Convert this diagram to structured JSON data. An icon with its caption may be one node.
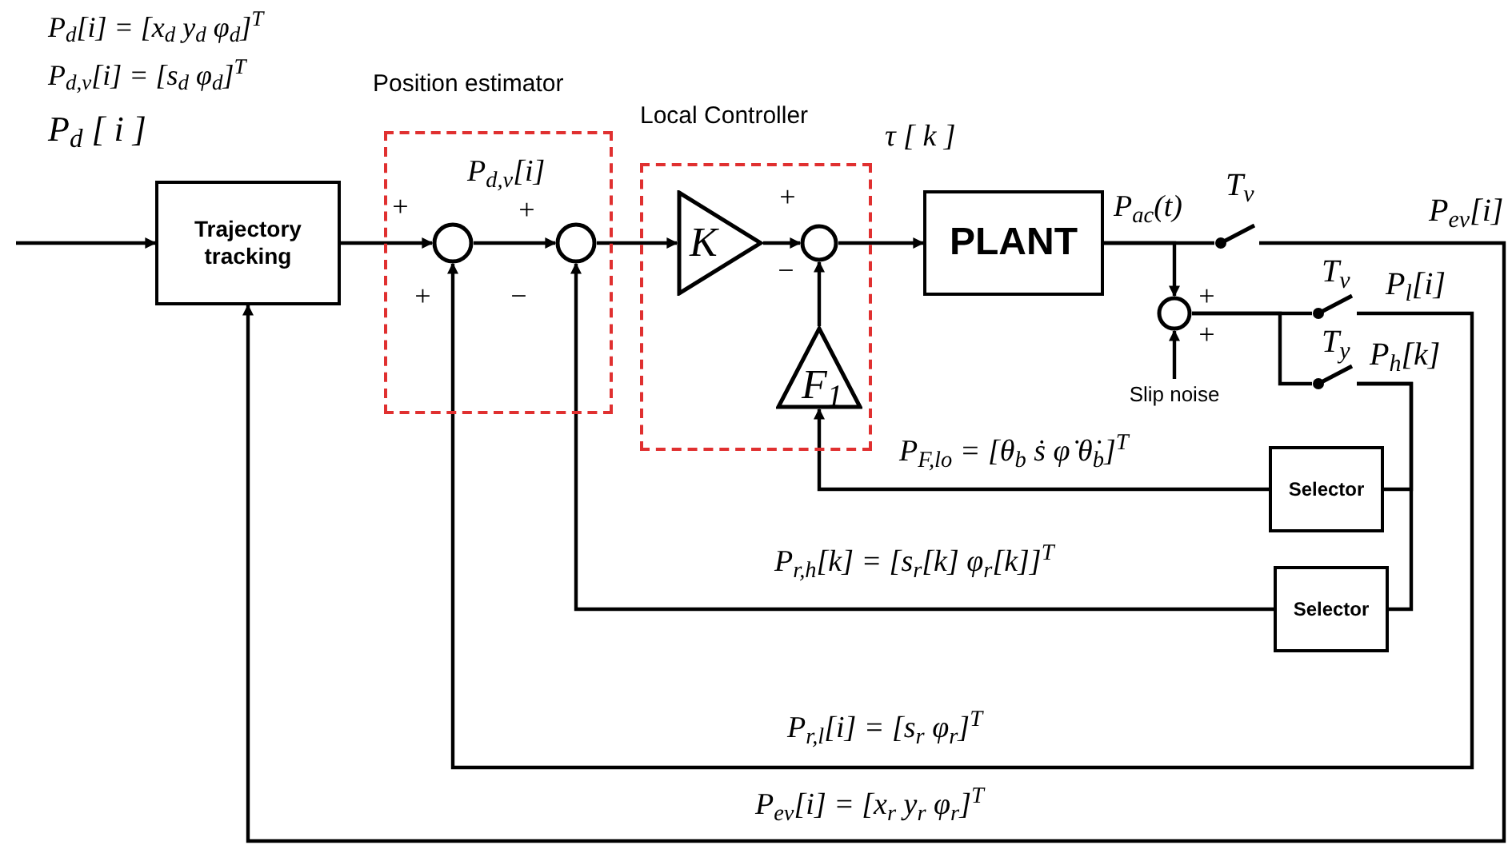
{
  "diagram": {
    "nodes": [
      {
        "text": [
          "Position estimator"
        ]
      },
      {
        "text": [
          "Local Controller"
        ]
      },
      {
        "text": [
          "Trajectory tracking"
        ]
      },
      {
        "text": [],
        "shape": "circle",
        "in": 0
      },
      {
        "text": [],
        "shape": "circle",
        "in": 0
      },
      {
        "text": [
          "K"
        ],
        "in": 1
      },
      {
        "text": [
          "F$_{1}$"
        ],
        "in": 1
      },
      {
        "text": [],
        "shape": "circle",
        "in": 1
      },
      {
        "text": [
          "PLANT"
        ]
      },
      {
        "text": [],
        "shape": "switch",
        "beside": [
          "T$_{v}$"
        ]
      },
      {
        "text": [],
        "shape": "circle"
      },
      {
        "text": [
          "Slip noise"
        ]
      },
      {
        "text": [],
        "shape": "switch",
        "beside": [
          "T$_{v}$"
        ]
      },
      {
        "text": [],
        "shape": "switch",
        "beside": [
          "T$_{y}$"
        ]
      },
      {
        "text": [
          "Selector"
        ]
      },
      {
        "text": [
          "Selector"
        ]
      }
    ],
    "edges": [
      {
        "from": null,
        "to": 2,
        "arrow": "to"
      },
      {
        "from": 2,
        "to": 3,
        "arrow": "to"
      },
      {
        "from": 3,
        "to": 4,
        "arrow": "to",
        "label": "P$_{d,v}$[i]"
      },
      {
        "from": 4,
        "to": 5,
        "arrow": "to"
      },
      {
        "from": 5,
        "to": 7,
        "arrow": "to"
      },
      {
        "from": 7,
        "to": 8,
        "arrow": "to",
        "label": "τ [ k ]"
      },
      {
        "from": 6,
        "to": 7,
        "arrow": "to"
      },
      {
        "from": 8,
        "to": 9,
        "arrow": "none",
        "label": "P$_{ac}$(t)"
      },
      {
        "from": 8,
        "to": 10,
        "arrow": "to"
      },
      {
        "from": 11,
        "to": 10,
        "arrow": "to"
      },
      {
        "from": 10,
        "to": 12,
        "arrow": "none"
      },
      {
        "from": 10,
        "to": 13,
        "arrow": "none"
      },
      {
        "from": 9,
        "to": 2,
        "arrow": "to",
        "label": "P$_{ev}$[i] = [x$_{r}$   y$_{r}$   φ$_{r}$]$^{T}$"
      },
      {
        "from": 12,
        "to": 3,
        "arrow": "to",
        "label": "P$_{r,l}$[i] = [s$_{r}$   φ$_{r}$]$^{T}$"
      },
      {
        "from": 13,
        "to": 14,
        "arrow": "none"
      },
      {
        "from": 13,
        "to": 15,
        "arrow": "none"
      },
      {
        "from": 14,
        "to": 6,
        "arrow": "to",
        "label": "P$_{F,lo}$ = [θ$_{b}$   ṡ   φ̇   θ̇$_{b}$]$^{T}$"
      },
      {
        "from": 15,
        "to": 4,
        "arrow": "to",
        "label": "P$_{r,h}$[k] = [s$_{r}$[k]   φ$_{r}$[k]]$^{T}$"
      }
    ],
    "labels": [
      "P$_{d}$[i] = [x$_{d}$   y$_{d}$   φ$_{d}$]$^{T}$",
      "P$_{d,v}$[i] = [s$_{d}$   φ$_{d}$]$^{T}$",
      "P$_{d}$ [ i ]",
      "+",
      "+",
      "+",
      "P$_{ev}$[i]",
      "−",
      "P$_{l}$[i]",
      "+",
      "+",
      "−",
      "+",
      "P$_{h}$[k]"
    ]
  }
}
